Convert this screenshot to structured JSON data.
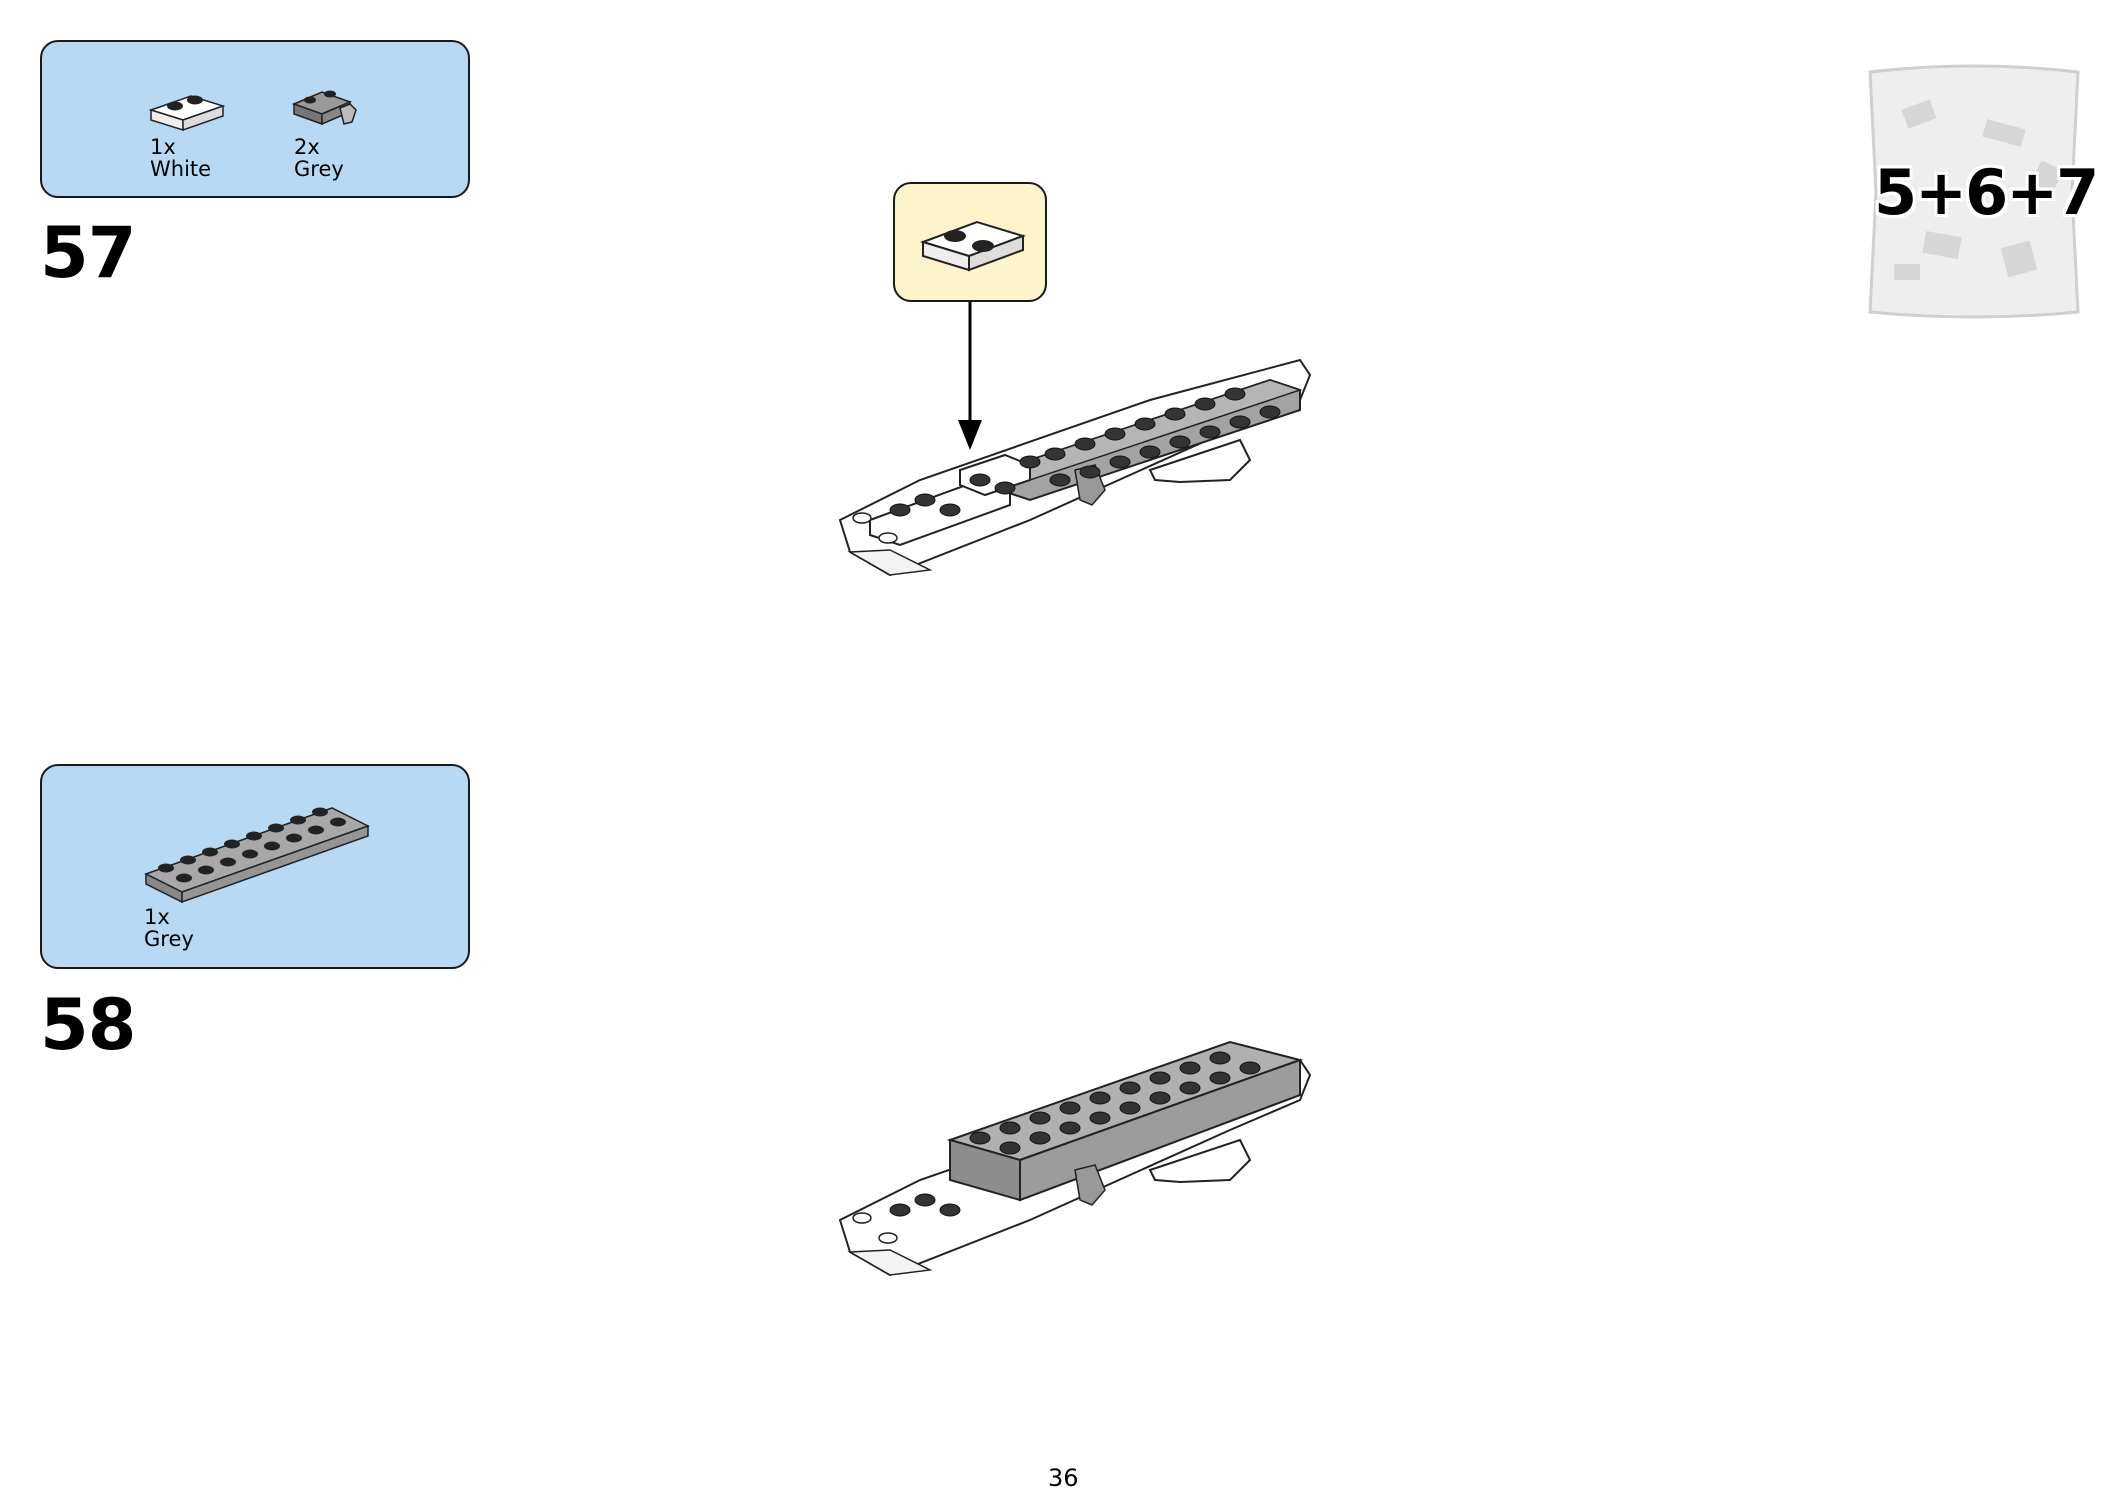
{
  "steps": [
    {
      "number": "57",
      "parts": [
        {
          "qty": "1x",
          "color": "White"
        },
        {
          "qty": "2x",
          "color": "Grey"
        }
      ]
    },
    {
      "number": "58",
      "parts": [
        {
          "qty": "1x",
          "color": "Grey"
        }
      ]
    }
  ],
  "bag": {
    "label": "5+6+7"
  },
  "page_number": "36",
  "colors": {
    "parts_box": "#b7d9f4",
    "callout": "#fdf4cc",
    "grey_brick": "#a3a3a3",
    "white_brick": "#ffffff"
  }
}
